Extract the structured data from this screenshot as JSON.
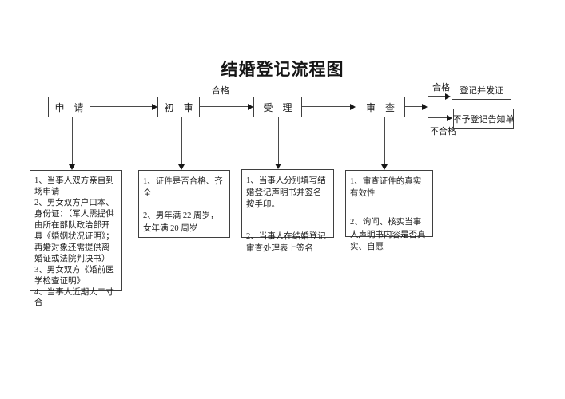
{
  "title": "结婚登记流程图",
  "flow": {
    "steps": [
      {
        "label": "申　请"
      },
      {
        "label": "初　审"
      },
      {
        "label": "受　理"
      },
      {
        "label": "审　查"
      }
    ],
    "mid_pass_label": "合格",
    "branch": {
      "pass_label": "合格",
      "fail_label": "不合格",
      "pass_result": "登记并发证",
      "fail_result": "不予登记告知单"
    }
  },
  "details": [
    {
      "items": [
        "1、当事人双方亲自到场申请",
        "2、男女双方户口本、身份证：（军人需提供由所在部队政治部开具《婚姻状况证明》；再婚对象还需提供离婚证或法院判决书）",
        "3、男女双方《婚前医学检查证明》",
        "4、当事人近期大二寸合"
      ]
    },
    {
      "items": [
        "1、证件是否合格、齐全",
        "2、男年满 22 周岁，女年满 20 周岁"
      ]
    },
    {
      "items": [
        "1、当事人分别填写结婚登记声明书并签名按手印。",
        "2、当事人在结婚登记审查处理表上签名"
      ]
    },
    {
      "items": [
        "1、审查证件的真实有效性",
        "2、询问、核实当事人声明书内容是否真实、自愿"
      ]
    }
  ]
}
